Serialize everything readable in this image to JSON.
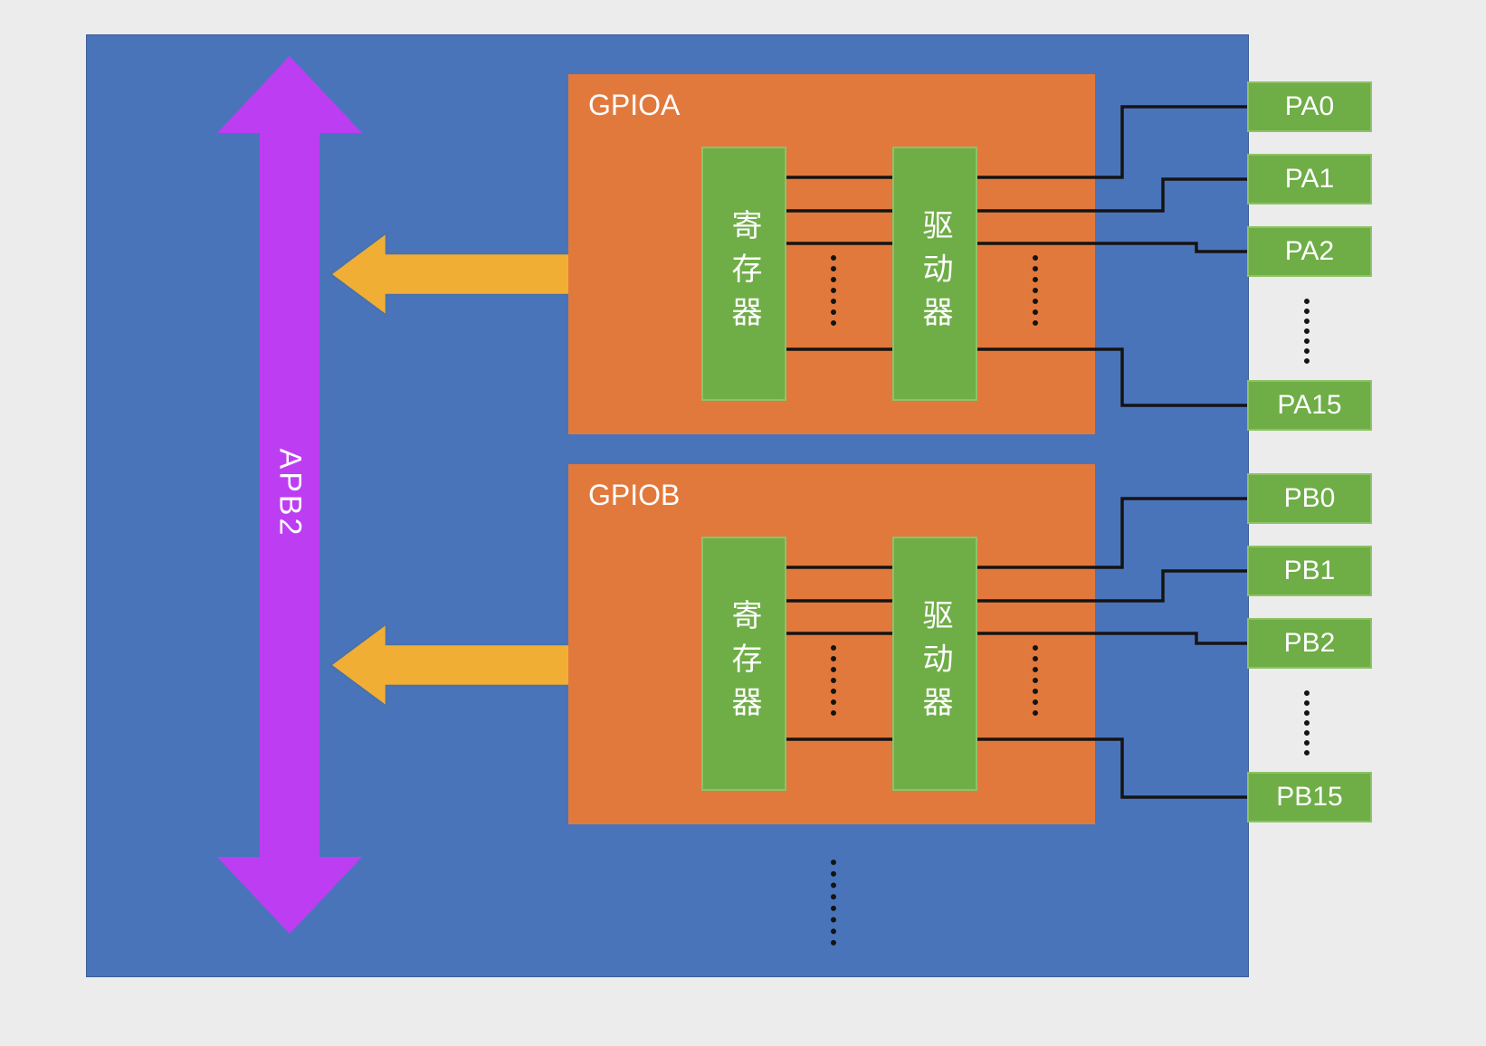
{
  "colors": {
    "canvas-bg": "#ececec",
    "board-blue": "#4a74ba",
    "block-orange": "#e2793c",
    "box-green": "#6fad47",
    "box-green-border": "#8dc266",
    "bus-purple": "#bd3ef2",
    "arrow-yellow": "#f1ae35",
    "arrow-yellow-border": "#4a72ad",
    "line-black": "#141414",
    "text-white": "#ffffff"
  },
  "bus": {
    "label": "APB2"
  },
  "gpio_blocks": [
    {
      "title": "GPIOA",
      "register_label": "寄存器",
      "driver_label": "驱动器"
    },
    {
      "title": "GPIOB",
      "register_label": "寄存器",
      "driver_label": "驱动器"
    }
  ],
  "pins": {
    "a": [
      "PA0",
      "PA1",
      "PA2",
      "PA15"
    ],
    "b": [
      "PB0",
      "PB1",
      "PB2",
      "PB15"
    ]
  }
}
